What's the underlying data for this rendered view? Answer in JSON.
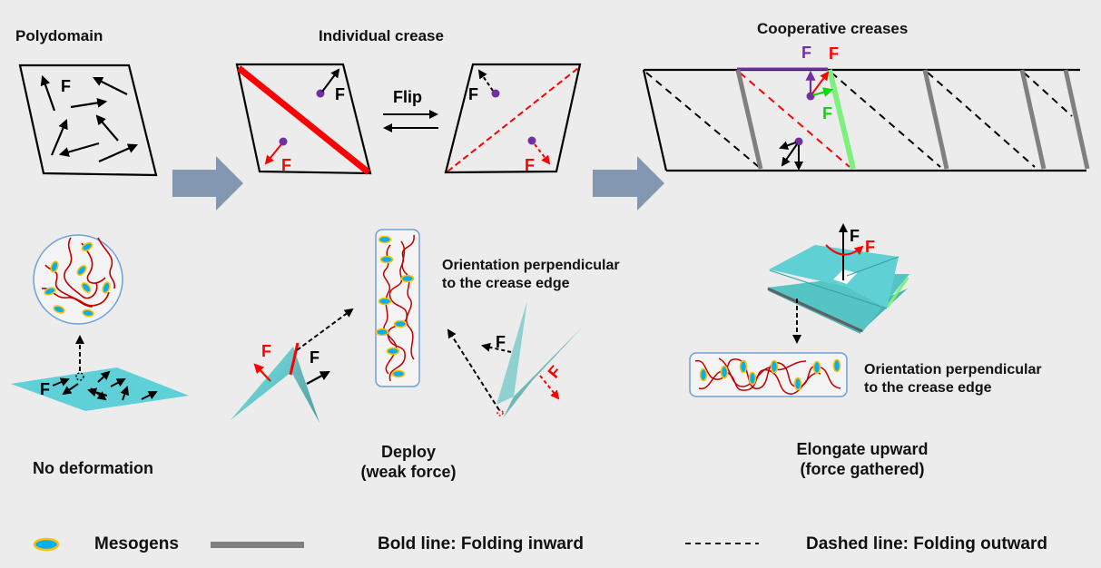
{
  "titles": {
    "polydomain": "Polydomain",
    "individual_crease": "Individual crease",
    "cooperative_creases": "Cooperative creases"
  },
  "flip_label": "Flip",
  "force_label": "F",
  "captions": {
    "no_deformation": "No deformation",
    "deploy_line1": "Deploy",
    "deploy_line2": "(weak force)",
    "elongate_line1": "Elongate upward",
    "elongate_line2": "(force gathered)"
  },
  "notes": {
    "orientation_middle_line1": "Orientation perpendicular",
    "orientation_middle_line2": "to the crease edge",
    "orientation_right_line1": "Orientation perpendicular",
    "orientation_right_line2": "to the crease edge"
  },
  "legend": {
    "mesogens": "Mesogens",
    "bold_line": "Bold line: Folding inward",
    "dashed_line": "Dashed line: Folding outward"
  },
  "colors": {
    "background": "#ececec",
    "process_arrow": "#8497b0",
    "crease_red": "#ff0000",
    "crease_gray": "#808080",
    "crease_green": "#7ef07e",
    "force_purple": "#7030a0",
    "force_green": "#00dd00",
    "sheet_cyan": "#5fcfd8",
    "polymer_chain": "#c00000",
    "mesogen_fill": "#00b0f0",
    "mesogen_rim": "#ffc000",
    "box_outline": "#6fa0d8"
  }
}
